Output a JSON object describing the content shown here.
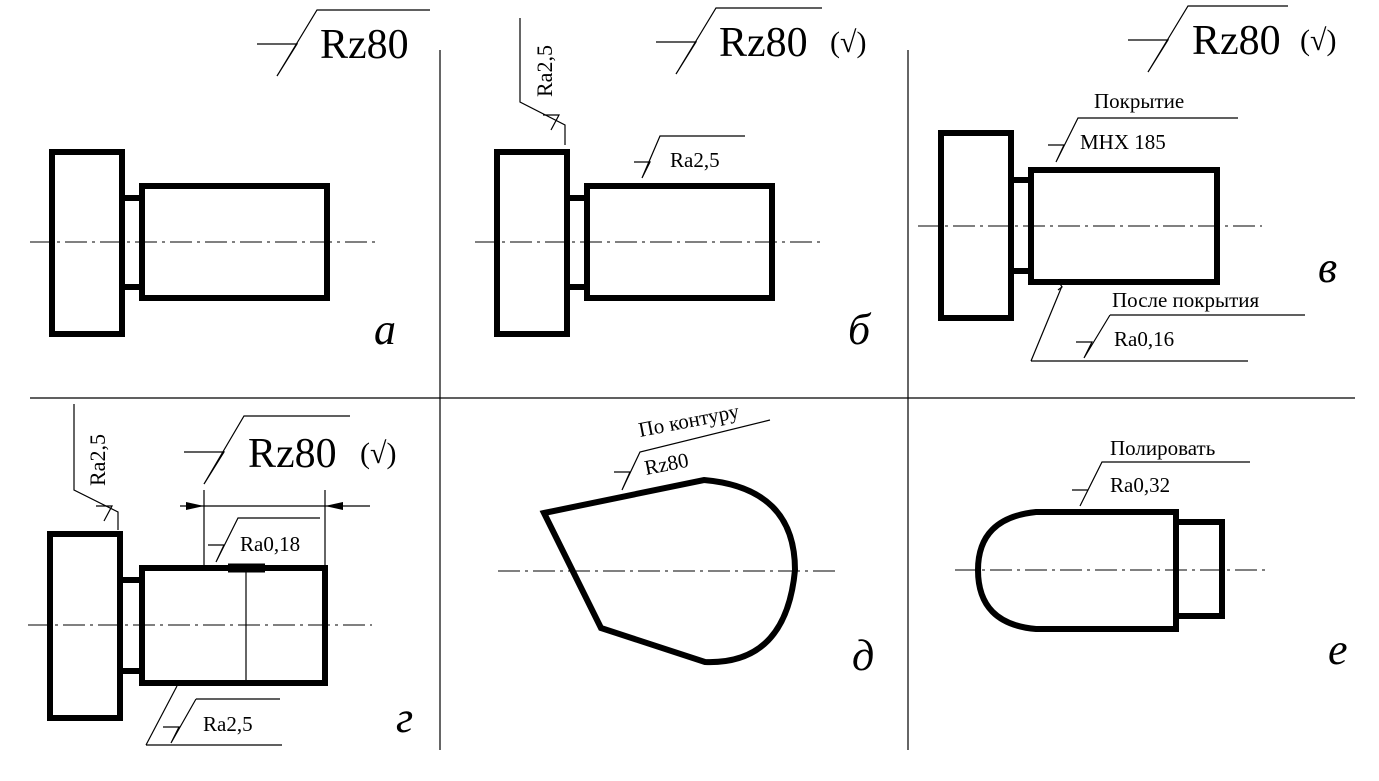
{
  "panels": [
    {
      "id": "a",
      "letter": "а",
      "general_mark": "Rz80"
    },
    {
      "id": "b",
      "letter": "б",
      "general_mark": "Rz80",
      "general_paren": "(√)",
      "vertical_mark": "Ra2,5",
      "surface_mark": "Ra2,5"
    },
    {
      "id": "v",
      "letter": "в",
      "general_mark": "Rz80",
      "general_paren": "(√)",
      "coating_label": "Покрытие",
      "coating_value": "МНХ 185",
      "after_label": "После покрытия",
      "after_value": "Ra0,16"
    },
    {
      "id": "g",
      "letter": "г",
      "general_mark": "Rz80",
      "general_paren": "(√)",
      "vertical_mark": "Ra2,5",
      "dim_mark": "Ra0,18",
      "bottom_mark": "Ra2,5"
    },
    {
      "id": "d",
      "letter": "д",
      "contour_label": "По контуру",
      "contour_value": "Rz80"
    },
    {
      "id": "e",
      "letter": "е",
      "polish_label": "Полировать",
      "polish_value": "Ra0,32"
    }
  ]
}
